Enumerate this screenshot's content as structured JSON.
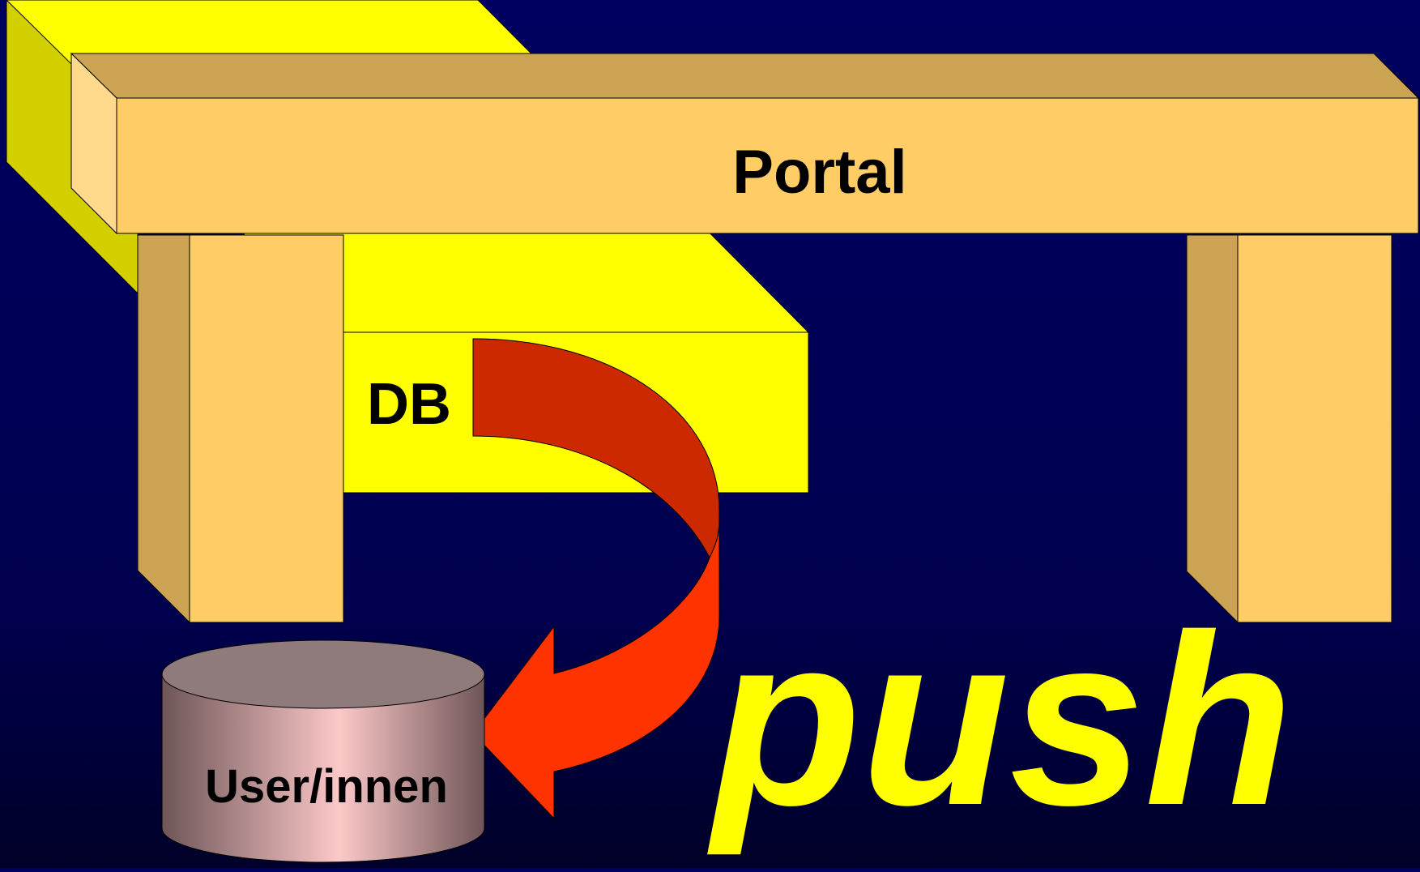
{
  "labels": {
    "portal": "Portal",
    "db": "DB",
    "users": "User/innen",
    "push": "push"
  },
  "colors": {
    "background": "#000060",
    "portal_front": "#ffcc66",
    "portal_top": "#cca352",
    "portal_side": "#ffd98c",
    "db_front": "#ffff00",
    "db_side": "#d4d000",
    "arrow_dark": "#cc2900",
    "arrow_light": "#ff3300",
    "push_text": "#ffff00",
    "cylinder_top": "#8f7a7c",
    "cylinder_body_light": "#f7c9c9"
  },
  "icons": {
    "arrow": "curved-push-arrow",
    "database": "cylinder-database"
  }
}
